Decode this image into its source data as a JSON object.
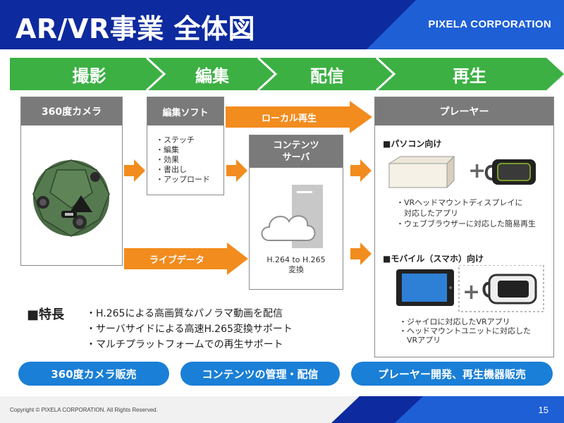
{
  "header": {
    "title": "AR/VR事業 全体図",
    "corporation": "PIXELA CORPORATION"
  },
  "stages": [
    "撮影",
    "編集",
    "配信",
    "再生"
  ],
  "camera": {
    "title": "360度カメラ"
  },
  "editor": {
    "title": "編集ソフト",
    "items": [
      "・ステッチ",
      "・編集",
      "・効果",
      "・書出し",
      "・アップロード"
    ]
  },
  "arrows": {
    "local_play": "ローカル再生",
    "live_data": "ライブデータ"
  },
  "server": {
    "title_line1": "コンテンツ",
    "title_line2": "サーバ",
    "note_line1": "H.264 to H.265",
    "note_line2": "変換"
  },
  "player": {
    "title": "プレーヤー",
    "pc": {
      "heading": "■パソコン向け",
      "notes": [
        "・VRヘッドマウントディスプレイに",
        "　対応したアプリ",
        "・ウェブブラウザーに対応した簡易再生"
      ]
    },
    "mobile": {
      "heading": "■モバイル（スマホ）向け",
      "notes": [
        "・ジャイロに対応したVRアプリ",
        "・ヘッドマウントユニットに対応した",
        "　VRアプリ"
      ]
    },
    "plus": "+"
  },
  "features": {
    "title": "■特長",
    "items": [
      "・H.265による高画質なパノラマ動画を配信",
      "・サーバサイドによる高速H.265変換サポート",
      "・マルチプラットフォームでの再生サポート"
    ]
  },
  "pills": [
    "360度カメラ販売",
    "コンテンツの管理・配信",
    "プレーヤー開発、再生機器販売"
  ],
  "footer": {
    "copyright": "Copyright © PIXELA CORPORATION. All Rights Reserved.",
    "page": "15"
  },
  "colors": {
    "header_dark": "#0d2a9e",
    "header_accent": "#1e5fd6",
    "stage_green": "#3cb043",
    "arrow_orange": "#f28c1e",
    "box_header_gray": "#7a7a7a",
    "pill_blue": "#1a7fd6",
    "camera_green": "#4a6b45"
  }
}
